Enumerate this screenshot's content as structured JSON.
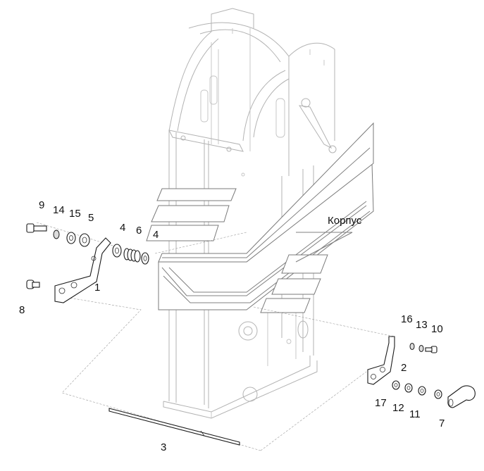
{
  "labels": {
    "p1": "1",
    "p2": "2",
    "p3": "3",
    "p4a": "4",
    "p4b": "4",
    "p5": "5",
    "p6": "6",
    "p7": "7",
    "p8": "8",
    "p9": "9",
    "p10": "10",
    "p11": "11",
    "p12": "12",
    "p13": "13",
    "p14": "14",
    "p15": "15",
    "p16": "16",
    "p17": "17",
    "housing": "Корпус"
  }
}
